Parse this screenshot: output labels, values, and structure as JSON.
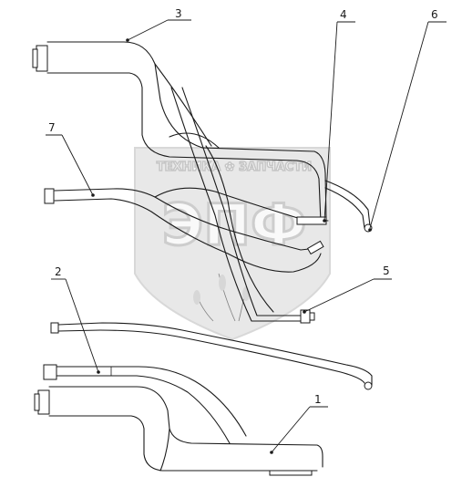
{
  "watermark": {
    "top_text": "ТЕХНИКА ✿ ЗАПЧАСТИ",
    "big_text": "ЭПФ"
  },
  "callouts": [
    {
      "id": "1",
      "label": "1"
    },
    {
      "id": "2",
      "label": "2"
    },
    {
      "id": "3",
      "label": "3"
    },
    {
      "id": "4",
      "label": "4"
    },
    {
      "id": "5",
      "label": "5"
    },
    {
      "id": "6",
      "label": "6"
    },
    {
      "id": "7",
      "label": "7"
    }
  ]
}
